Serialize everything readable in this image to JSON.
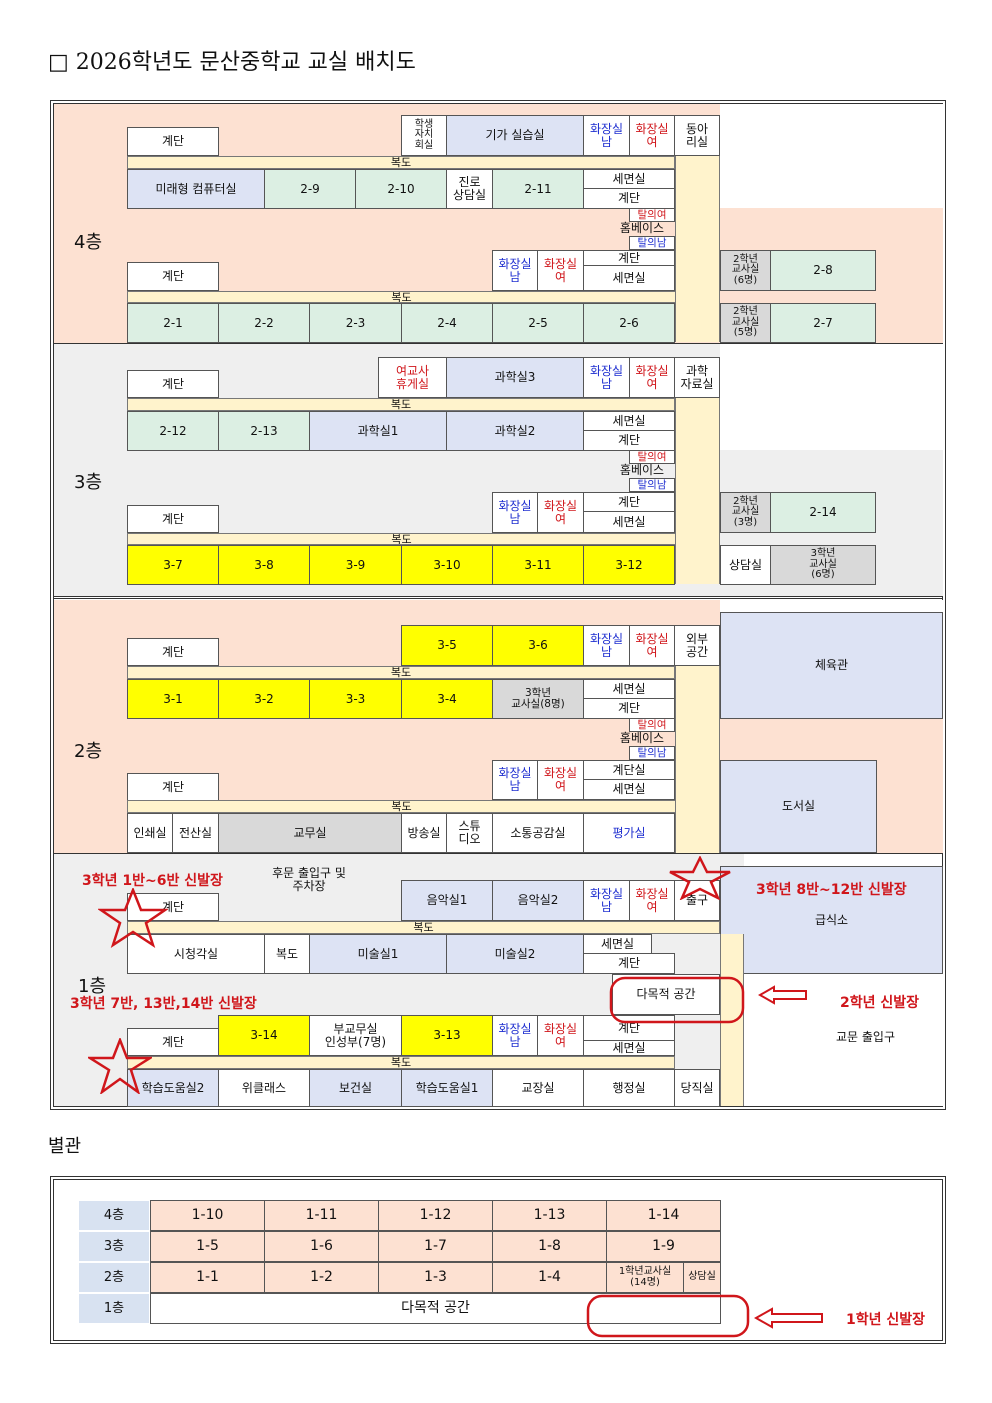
{
  "title": "□  2026학년도 문산중학교 교실 배치도",
  "floors": {
    "f4": "4층",
    "f3": "3층",
    "f2": "2층",
    "f1": "1층"
  },
  "rooms": {
    "stair": "계단",
    "corridor": "복도",
    "gisul": "기가 실습실",
    "student_council": "학생\n자치\n회실",
    "wc_m": "화장실\n남",
    "wc_f": "화장실\n여",
    "club": "동아\n리실",
    "future": "미래형 컴퓨터실",
    "r2_9": "2-9",
    "r2_10": "2-10",
    "career": "진로\n상담실",
    "r2_11": "2-11",
    "wash": "세면실",
    "change_f": "탈의여",
    "homebase": "홈베이스",
    "change_m": "탈의남",
    "t2_6": "2학년\n교사실\n(6명)",
    "r2_8": "2-8",
    "t2_5": "2학년\n교사실\n(5명)",
    "r2_7": "2-7",
    "r2_1": "2-1",
    "r2_2": "2-2",
    "r2_3": "2-3",
    "r2_4": "2-4",
    "r2_5": "2-5",
    "r2_6": "2-6",
    "female_lounge": "여교사\n휴게실",
    "sci3": "과학실3",
    "sci_data": "과학\n자료실",
    "r2_12": "2-12",
    "r2_13": "2-13",
    "sci1": "과학실1",
    "sci2": "과학실2",
    "t2_3": "2학년\n교사실\n(3명)",
    "r2_14": "2-14",
    "counsel": "상담실",
    "t3_6": "3학년\n교사실\n(6명)",
    "r3_7": "3-7",
    "r3_8": "3-8",
    "r3_9": "3-9",
    "r3_10": "3-10",
    "r3_11": "3-11",
    "r3_12": "3-12",
    "r3_5": "3-5",
    "r3_6": "3-6",
    "outside": "외부\n공간",
    "gym": "체육관",
    "r3_1": "3-1",
    "r3_2": "3-2",
    "r3_3": "3-3",
    "r3_4": "3-4",
    "t3_8": "3학년\n교사실(8명)",
    "stair_wc": "계단실",
    "library": "도서실",
    "print": "인쇄실",
    "computer": "전산실",
    "office": "교무실",
    "broadcast": "방송실",
    "studio": "스튜\n디오",
    "commons": "소통공감실",
    "eval": "평가실",
    "music1": "음악실1",
    "music2": "음악실2",
    "exit": "출구",
    "cafeteria": "급식소",
    "av": "시청각실",
    "art1": "미술실1",
    "art2": "미술실2",
    "multi": "다목적 공간",
    "r3_14": "3-14",
    "vice": "부교무실\n인성부(7명)",
    "r3_13": "3-13",
    "learn2": "학습도움실2",
    "wee": "위클래스",
    "health": "보건실",
    "learn1": "학습도움실1",
    "principal": "교장실",
    "admin": "행정실",
    "night": "당직실",
    "main_gate": "교문 출입구"
  },
  "annotations": {
    "back_gate": "후문 출입구 및\n주차장",
    "shoe_3_1_6": "3학년 1반~6반 신발장",
    "shoe_3_8_12": "3학년 8반~12반 신발장",
    "shoe_3_7_13_14": "3학년 7반, 13반,14반 신발장",
    "shoe_2": "2학년 신발장",
    "shoe_1": "1학년 신발장"
  },
  "annex": {
    "title": "별관",
    "rows": [
      {
        "floor": "4층",
        "cells": [
          "1-10",
          "1-11",
          "1-12",
          "1-13",
          "1-14"
        ]
      },
      {
        "floor": "3층",
        "cells": [
          "1-5",
          "1-6",
          "1-7",
          "1-8",
          "1-9"
        ]
      },
      {
        "floor": "2층",
        "cells": [
          "1-1",
          "1-2",
          "1-3",
          "1-4"
        ],
        "extra1": "1학년교사실\n(14명)",
        "extra2": "상담실"
      },
      {
        "floor": "1층",
        "multi": "다목적 공간"
      }
    ]
  },
  "colors": {
    "peach": "#fde1d2",
    "gray": "#efefef",
    "green": "#dcefe3",
    "blue": "#dde3f4",
    "yellow": "#ffff00",
    "red": "#d0161b",
    "navy_blue": "#1f2fd0"
  }
}
